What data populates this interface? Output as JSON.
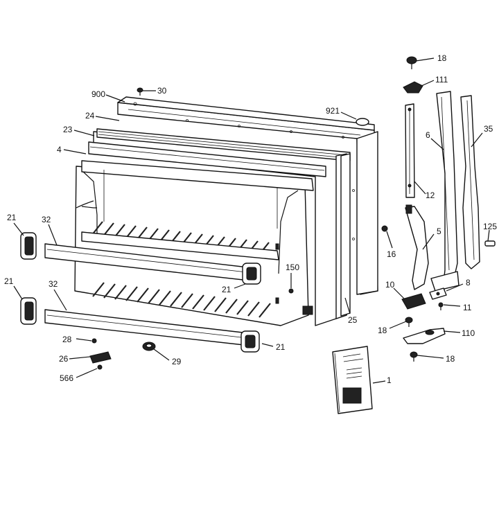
{
  "diagram": {
    "labels": {
      "l900": "900",
      "l30": "30",
      "l24": "24",
      "l23": "23",
      "l4": "4",
      "l921": "921",
      "l18a": "18",
      "l111": "111",
      "l6": "6",
      "l35": "35",
      "l12": "12",
      "l125": "125",
      "l5": "5",
      "l16": "16",
      "l21a": "21",
      "l32a": "32",
      "l21b": "21",
      "l32b": "32",
      "l150": "150",
      "l21c": "21",
      "l10": "10",
      "l8": "8",
      "l11": "11",
      "l25": "25",
      "l18b": "18",
      "l110": "110",
      "l28": "28",
      "l21d": "21",
      "l26": "26",
      "l29": "29",
      "l18c": "18",
      "l566": "566",
      "l1": "1"
    },
    "colors": {
      "ink": "#111111",
      "paper": "#ffffff"
    }
  }
}
